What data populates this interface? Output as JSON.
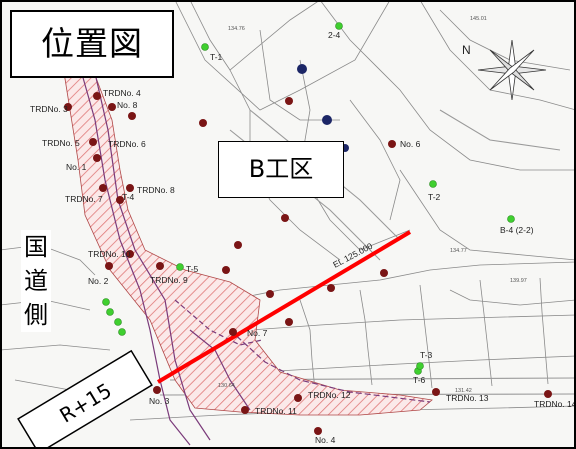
{
  "title": "位置図",
  "zone_label": "B工区",
  "side_label_chars": [
    "国",
    "道",
    "側"
  ],
  "section_label": "R+15",
  "contour_label": "EL 125.000",
  "trd_labels": [
    "TRDNo. 3",
    "TRDNo. 4",
    "No. 8",
    "TRDNo. 5",
    "TRDNo. 6",
    "No. 1",
    "TRDNo. 7",
    "TRDNo. 8",
    "T-4",
    "TRDNo. 10",
    "No. 2",
    "TRDNo. 9",
    "No. 7",
    "No. 3",
    "TRDNo. 11",
    "TRDNo. 12",
    "No. 4",
    "TRDNo. 13",
    "TRDNo. 14",
    "No. 6"
  ],
  "test_labels": [
    "T-1",
    "2-4",
    "T-2",
    "B-4 (2-2)",
    "T-5",
    "T-3",
    "T-6"
  ],
  "elevation_labels": [
    "134.76",
    "145.01",
    "134.77",
    "139.97",
    "130.64",
    "131.42"
  ],
  "colors": {
    "borehole_red": "#7a1515",
    "borehole_green": "#3fcf2f",
    "borehole_navy": "#1c2666",
    "hatch": "#e07878",
    "section_line": "#ff0000",
    "boundary": "#7a3a7a"
  },
  "icons": {
    "north_arrow": "compass-star-icon"
  }
}
